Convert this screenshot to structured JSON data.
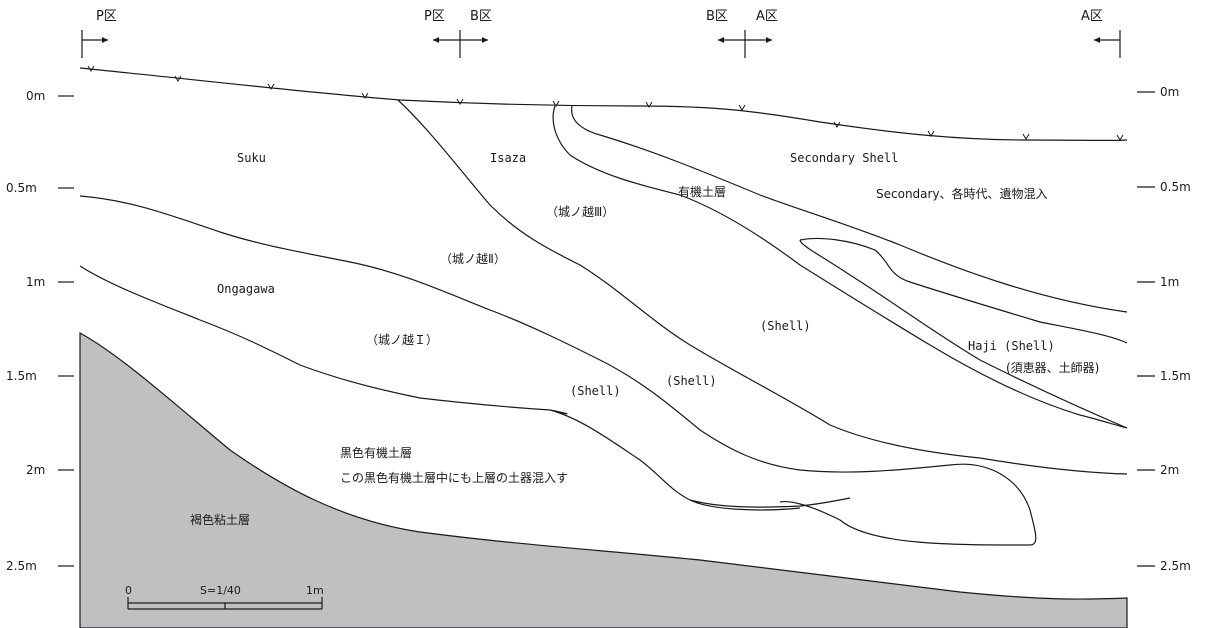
{
  "section_markers": [
    {
      "label": "P区"
    },
    {
      "label": "P区"
    },
    {
      "label": "B区"
    },
    {
      "label": "B区"
    },
    {
      "label": "A区"
    },
    {
      "label": "A区"
    }
  ],
  "depth_scale": {
    "left": [
      "0m",
      "0.5m",
      "1m",
      "1.5m",
      "2m",
      "2.5m"
    ],
    "right": [
      "0m",
      "0.5m",
      "1m",
      "1.5m",
      "2m",
      "2.5m"
    ]
  },
  "layers": {
    "suku": "Suku",
    "isaza": "Isaza",
    "secondary_shell": "Secondary Shell",
    "yuki_dosou": "有機土層",
    "secondary_mixed": "Secondary、各時代、遺物混入",
    "jonokoshi_3": "（城ノ越Ⅲ）",
    "jonokoshi_2": "（城ノ越Ⅱ）",
    "ongagawa": "Ongagawa",
    "jonokoshi_1": "（城ノ越Ｉ）",
    "shell_a": "(Shell)",
    "shell_b": "(Shell)",
    "shell_c": "(Shell)",
    "haji_shell": "Haji (Shell)",
    "sue_haji": "(須恵器、土師器)",
    "black_layer": "黒色有機土層",
    "black_layer_note": "この黒色有機土層中にも上層の土器混入す",
    "brown_clay": "褐色粘土層"
  },
  "scale_bar": {
    "zero": "0",
    "ratio": "S=1/40",
    "one_m": "1m"
  },
  "colors": {
    "clay_fill": "#c0c0c2",
    "line": "#1a1a1a"
  }
}
